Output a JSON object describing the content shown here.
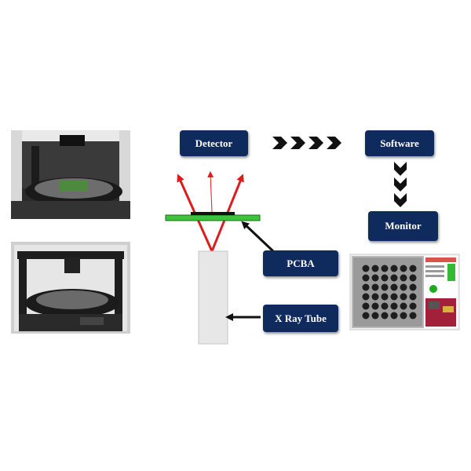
{
  "labels": {
    "detector": "Detector",
    "software": "Software",
    "monitor": "Monitor",
    "pcba": "PCBA",
    "xray_tube": "X Ray Tube"
  },
  "colors": {
    "box_fill": "#0f2a5c",
    "ray_red": "#dd1c1c",
    "pcb_green": "#3ec43a",
    "arrow_dark": "#111111"
  },
  "photos": [
    {
      "name": "machine-photo-top",
      "depicts": "x-ray-inspection-machine-interior"
    },
    {
      "name": "machine-photo-bottom",
      "depicts": "x-ray-inspection-machine-frame"
    },
    {
      "name": "software-screenshot",
      "depicts": "bga-xray-image-with-control-panel"
    }
  ]
}
